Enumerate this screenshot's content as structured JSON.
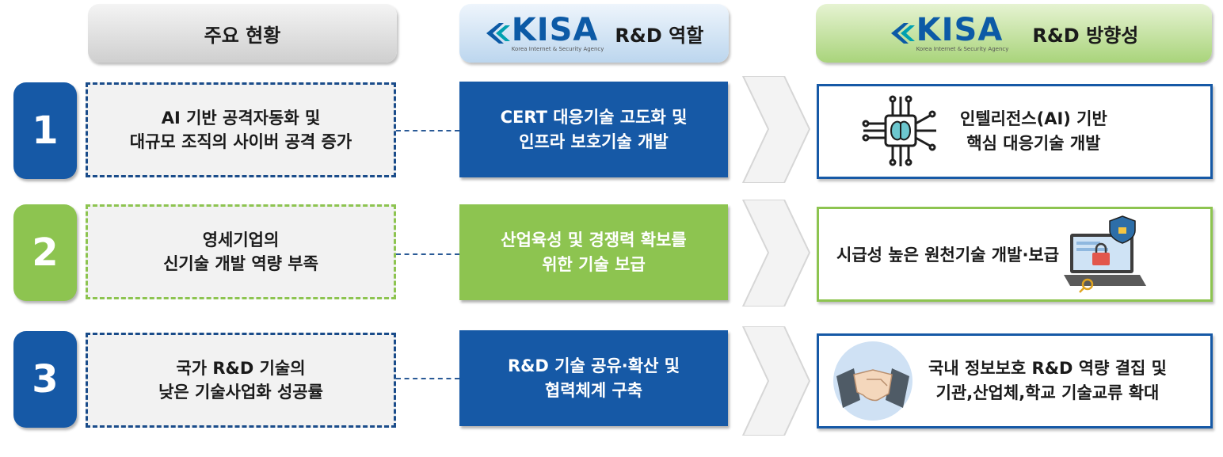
{
  "headers": {
    "status": "주요 현황",
    "role": "R&D 역할",
    "direction": "R&D 방향성",
    "logo_text": "KISA",
    "logo_subtitle": "Korea Internet & Security Agency"
  },
  "rows": [
    {
      "number": "1",
      "issue_line1": "AI 기반 공격자동화 및",
      "issue_line2": "대규모 조직의 사이버 공격 증가",
      "role_line1": "CERT 대응기술 고도화 및",
      "role_line2": "인프라 보호기술 개발",
      "direction_line1": "인텔리전스(AI) 기반",
      "direction_line2": "핵심 대응기술 개발",
      "icon": "ai-brain-chip-icon"
    },
    {
      "number": "2",
      "issue_line1": "영세기업의",
      "issue_line2": "신기술 개발 역량 부족",
      "role_line1": "산업육성 및 경쟁력 확보를",
      "role_line2": "위한 기술 보급",
      "direction_line1": "시급성 높은 원천기술 개발·보급",
      "icon": "secure-laptop-icon"
    },
    {
      "number": "3",
      "issue_line1": "국가 R&D 기술의",
      "issue_line2": "낮은 기술사업화 성공률",
      "role_line1": "R&D 기술 공유·확산 및",
      "role_line2": "협력체계 구축",
      "direction_line1": "국내 정보보호 R&D 역량 결집 및",
      "direction_line2": "기관,산업체,학교 기술교류 확대",
      "icon": "handshake-icon"
    }
  ],
  "colors": {
    "blue": "#1659a6",
    "green": "#8dc450",
    "issue_bg": "#f2f2f2"
  }
}
